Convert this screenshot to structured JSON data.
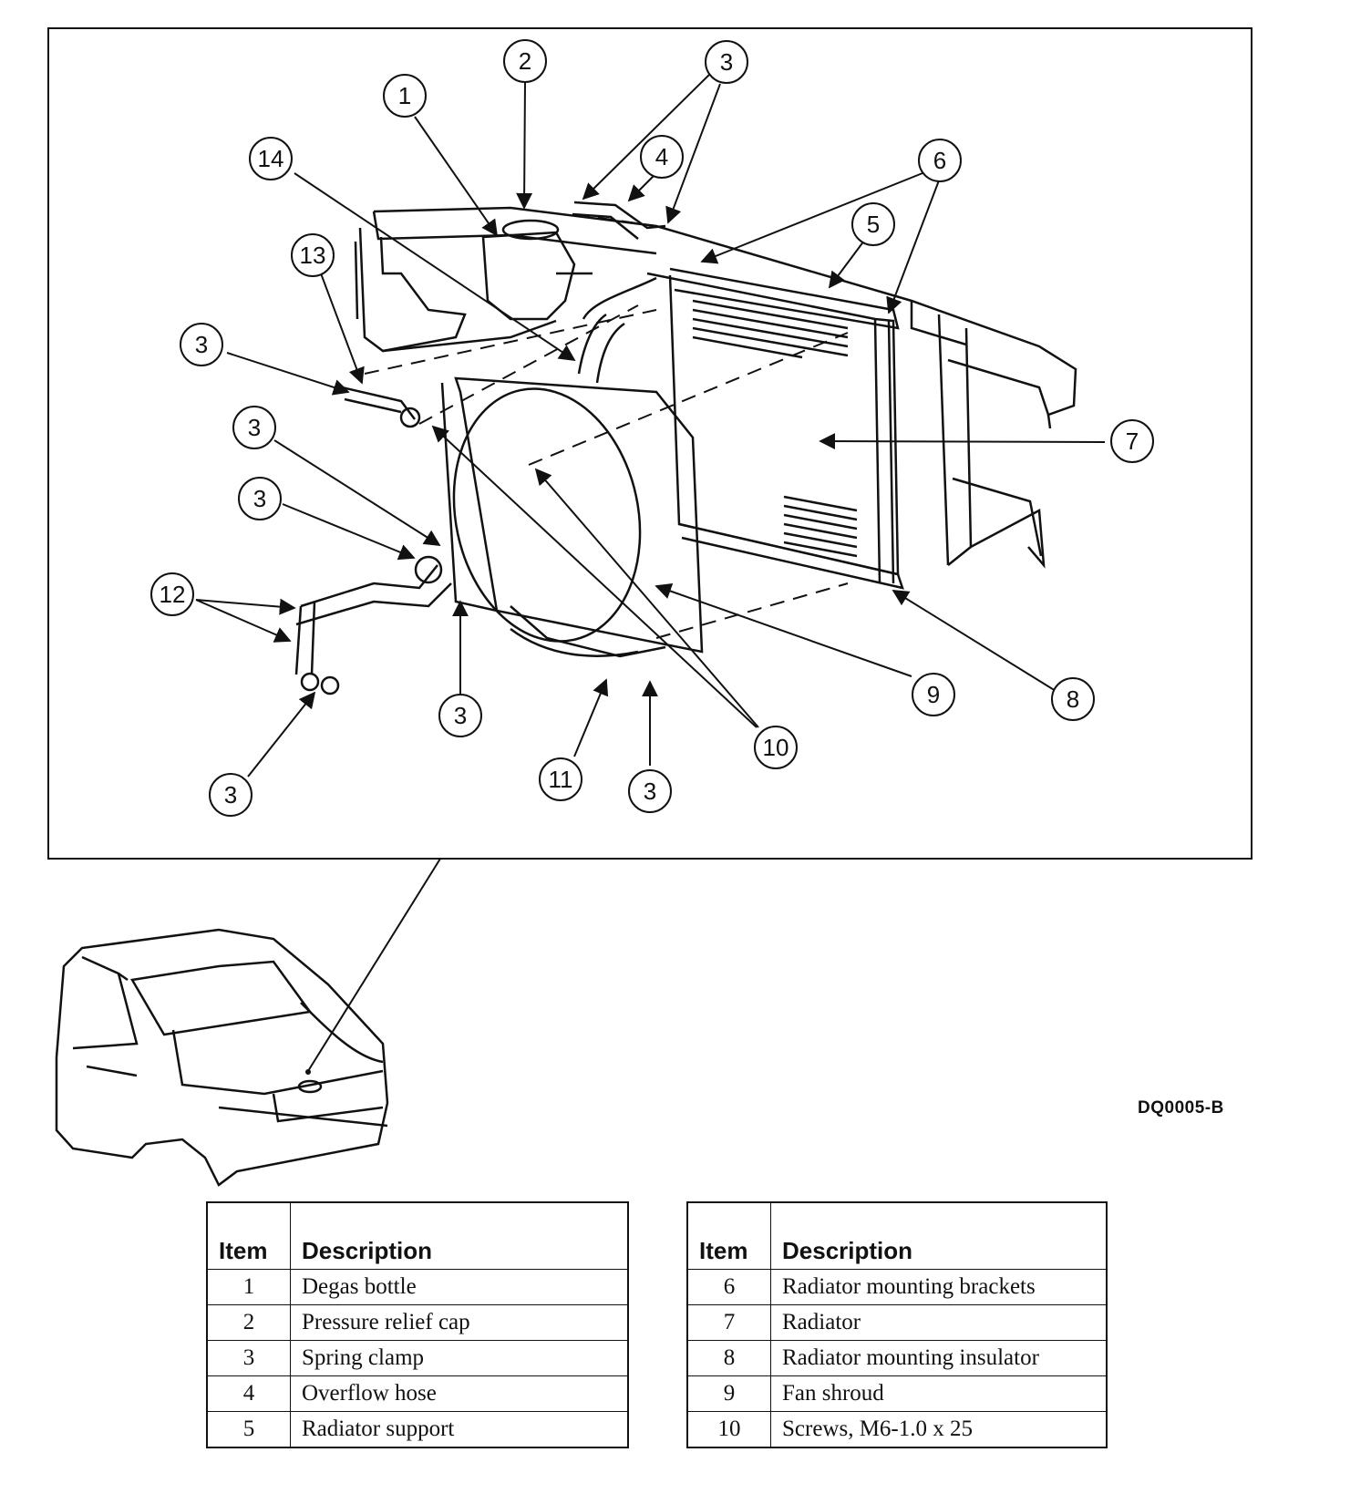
{
  "figure_code": "DQ0005-B",
  "callouts": [
    "1",
    "2",
    "3",
    "4",
    "5",
    "6",
    "7",
    "8",
    "9",
    "10",
    "11",
    "12",
    "13",
    "14"
  ],
  "legend": {
    "header_item": "Item",
    "header_description": "Description",
    "left_rows": [
      {
        "item": "1",
        "description": "Degas bottle"
      },
      {
        "item": "2",
        "description": "Pressure relief cap"
      },
      {
        "item": "3",
        "description": "Spring clamp"
      },
      {
        "item": "4",
        "description": "Overflow hose"
      },
      {
        "item": "5",
        "description": "Radiator support"
      }
    ],
    "right_rows": [
      {
        "item": "6",
        "description": "Radiator mounting brackets"
      },
      {
        "item": "7",
        "description": "Radiator"
      },
      {
        "item": "8",
        "description": "Radiator mounting insulator"
      },
      {
        "item": "9",
        "description": "Fan shroud"
      },
      {
        "item": "10",
        "description": "Screws, M6-1.0 x 25"
      }
    ]
  }
}
